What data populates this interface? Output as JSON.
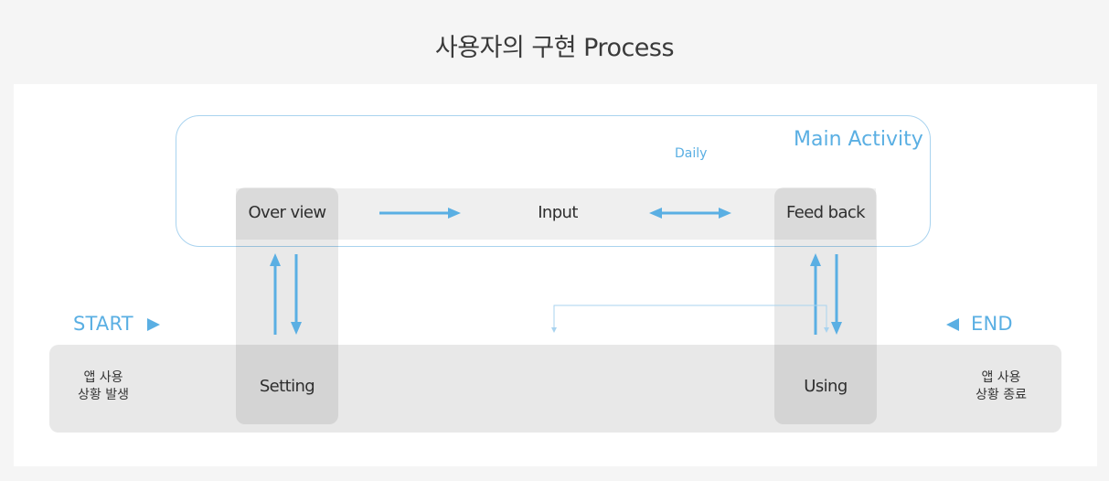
{
  "title": "사용자의 구현 Process",
  "main_activity": {
    "label": "Main Activity",
    "frequency": "Daily"
  },
  "nodes": {
    "overview": "Over view",
    "input": "Input",
    "feedback": "Feed back",
    "setting": "Setting",
    "using": "Using"
  },
  "start": {
    "label": "START",
    "line1": "앱 사용",
    "line2": "상황 발생"
  },
  "end": {
    "label": "END",
    "line1": "앱 사용",
    "line2": "상황 종료"
  },
  "colors": {
    "accent": "#5aafe3",
    "frame": "#a9d3ef",
    "band": "#e8e8e8"
  }
}
